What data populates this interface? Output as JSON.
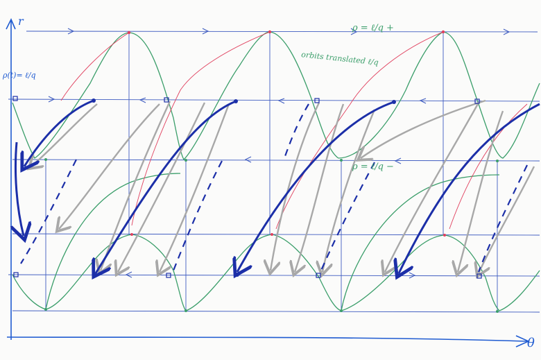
{
  "labels": {
    "r_axis": "r",
    "theta_axis": "θ",
    "rho_plus": "ρ = ℓ/q +",
    "rho_minus": "ρ = ℓ/q −",
    "r_of_t": "ρ(t)= ℓ/q",
    "orbit_note": "orbits translated ℓ/q"
  },
  "colors": {
    "paper": "#fbfbfa",
    "axis": "#1f5bd1",
    "grid": "#3e5bc0",
    "green": "#3b9e6a",
    "red": "#e0405e",
    "gray": "#a8a8a8",
    "navy": "#1c2fa8"
  },
  "icons": [
    "arrow-icon"
  ]
}
